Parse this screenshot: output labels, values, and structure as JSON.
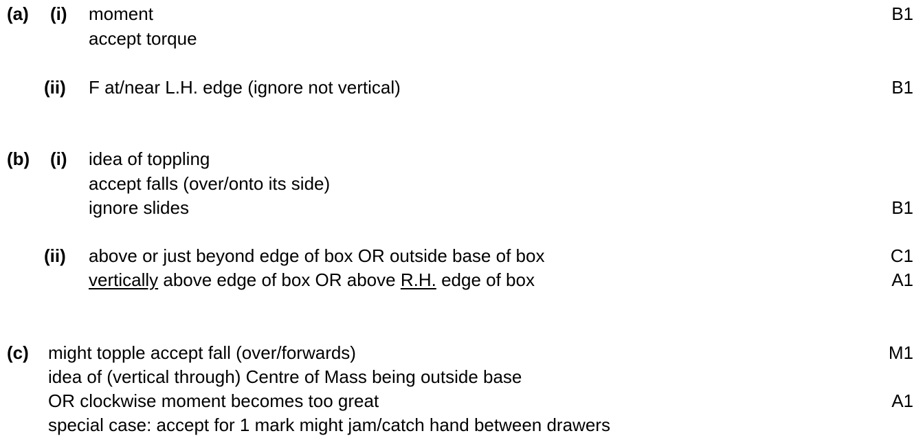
{
  "a": {
    "label": "(a)",
    "i": {
      "label": "(i)",
      "lines": [
        "moment",
        "accept torque"
      ],
      "mark": "B1"
    },
    "ii": {
      "label": "(ii)",
      "lines": [
        "F at/near L.H. edge (ignore not vertical)"
      ],
      "mark": "B1"
    }
  },
  "b": {
    "label": "(b)",
    "i": {
      "label": "(i)",
      "lines": [
        "idea of toppling",
        "accept falls (over/onto its side)",
        "ignore slides"
      ],
      "mark": "B1"
    },
    "ii": {
      "label": "(ii)",
      "line1": "above or just beyond edge of box OR outside base of box",
      "mark1": "C1",
      "line2_u1": "vertically",
      "line2_mid": " above edge of box OR above ",
      "line2_u2": "R.H.",
      "line2_end": " edge of box",
      "mark2": "A1"
    }
  },
  "c": {
    "label": "(c)",
    "lines": [
      "might topple accept fall (over/forwards)",
      "idea of (vertical through) Centre of Mass being outside base",
      "OR clockwise moment becomes too great",
      "special case: accept for 1 mark might jam/catch hand between drawers"
    ],
    "mark1": "M1",
    "mark2": "A1"
  }
}
